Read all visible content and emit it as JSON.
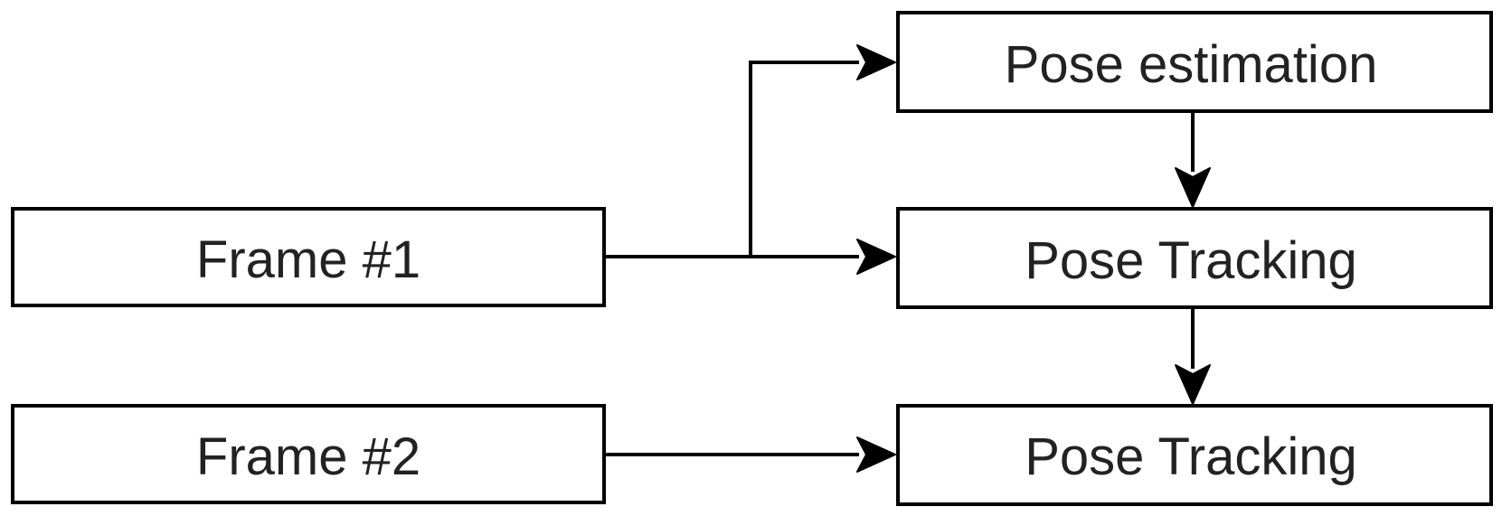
{
  "diagram": {
    "type": "flowchart",
    "nodes": [
      {
        "id": "frame1",
        "label": "Frame #1"
      },
      {
        "id": "frame2",
        "label": "Frame #2"
      },
      {
        "id": "pose_estimation",
        "label": "Pose estimation"
      },
      {
        "id": "pose_tracking_1",
        "label": "Pose Tracking"
      },
      {
        "id": "pose_tracking_2",
        "label": "Pose Tracking"
      }
    ],
    "edges": [
      {
        "from": "frame1",
        "to": "pose_estimation"
      },
      {
        "from": "frame1",
        "to": "pose_tracking_1"
      },
      {
        "from": "pose_estimation",
        "to": "pose_tracking_1"
      },
      {
        "from": "pose_tracking_1",
        "to": "pose_tracking_2"
      },
      {
        "from": "frame2",
        "to": "pose_tracking_2"
      }
    ],
    "colors": {
      "stroke": "#000000",
      "text": "#222222",
      "background": "#ffffff"
    }
  }
}
